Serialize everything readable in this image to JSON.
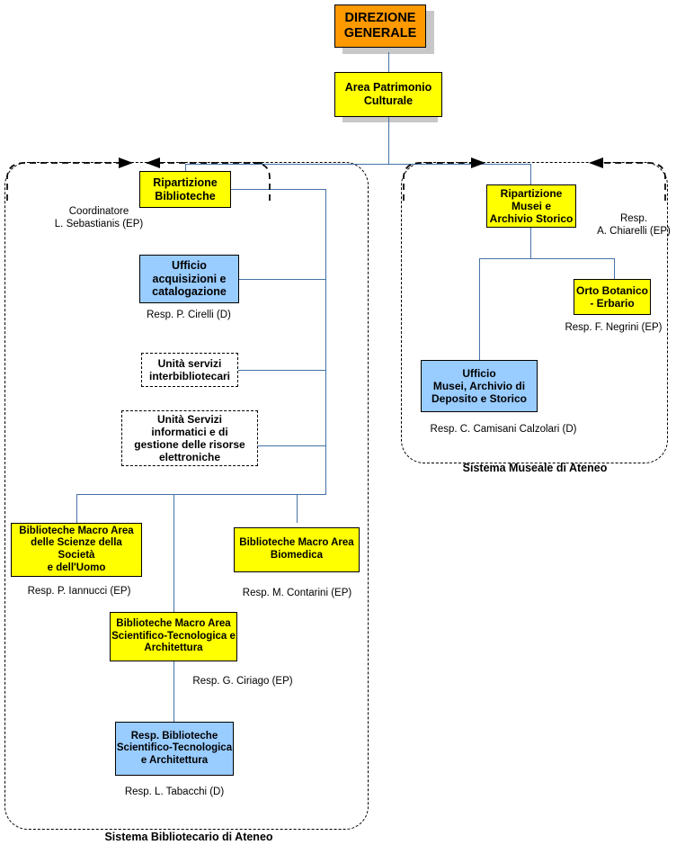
{
  "diagram": {
    "title": "Organigramma Area Patrimonio Culturale",
    "colors": {
      "top_node": "#FF9900",
      "unit_node": "#FFFF00",
      "office_node": "#99CCFF",
      "connector": "#4472A8",
      "border": "#000000",
      "shadow": "#C8C8C8"
    }
  },
  "nodes": {
    "direzione_generale": {
      "label": "DIREZIONE\nGENERALE",
      "type": "top-node",
      "fill": "#FF9900"
    },
    "area_patrimonio": {
      "label": "Area Patrimonio\nCulturale",
      "type": "unit-node",
      "fill": "#FFFF00"
    },
    "ripartizione_biblioteche": {
      "label": "Ripartizione\nBiblioteche",
      "type": "unit-node",
      "fill": "#FFFF00"
    },
    "ufficio_acquisizioni": {
      "label": "Ufficio\nacquisizioni e\ncatalogazione",
      "type": "office-node",
      "fill": "#99CCFF"
    },
    "unita_interbibliotecari": {
      "label": "Unità servizi\ninterbibliotecari",
      "type": "dashed-node",
      "fill": "#FFFFFF"
    },
    "unita_servizi_informatici": {
      "label": "Unità Servizi\ninformatici e di\ngestione delle risorse\nelettroniche",
      "type": "dashed-node",
      "fill": "#FFFFFF"
    },
    "biblioteche_scienze_societa": {
      "label": "Biblioteche Macro Area\ndelle Scienze della Società\ne dell'Uomo",
      "type": "unit-node",
      "fill": "#FFFF00"
    },
    "biblioteche_biomedica": {
      "label": "Biblioteche Macro Area\nBiomedica",
      "type": "unit-node",
      "fill": "#FFFF00"
    },
    "biblioteche_scientifico_tecnologica": {
      "label": "Biblioteche Macro Area\nScientifico-Tecnologica e\nArchitettura",
      "type": "unit-node",
      "fill": "#FFFF00"
    },
    "resp_biblioteche_scientifico": {
      "label": "Resp. Biblioteche\nScientifico-Tecnologica\ne Architettura",
      "type": "office-node",
      "fill": "#99CCFF"
    },
    "ripartizione_musei": {
      "label": "Ripartizione\nMusei e\nArchivio Storico",
      "type": "unit-node",
      "fill": "#FFFF00"
    },
    "orto_botanico": {
      "label": "Orto Botanico\n- Erbario",
      "type": "unit-node",
      "fill": "#FFFF00"
    },
    "ufficio_musei": {
      "label": "Ufficio\nMusei, Archivio di\nDeposito e Storico",
      "type": "office-node",
      "fill": "#99CCFF"
    }
  },
  "captions": {
    "coordinatore_biblioteche": "Coordinatore\nL. Sebastianis (EP)",
    "resp_acquisizioni": "Resp. P. Cirelli  (D)",
    "resp_scienze_societa": "Resp. P. Iannucci  (EP)",
    "resp_biomedica": "Resp. M. Contarini   (EP)",
    "resp_scientifico_tecnologica": "Resp. G. Ciriago  (EP)",
    "resp_tabacchi": "Resp. L. Tabacchi (D)",
    "resp_musei": "Resp.\nA. Chiarelli (EP)",
    "resp_orto_botanico": "Resp. F. Negrini (EP)",
    "resp_ufficio_musei": "Resp. C. Camisani Calzolari (D)"
  },
  "groups": {
    "sistema_bibliotecario": "Sistema Bibliotecario di Ateneo",
    "sistema_museale": "Sistema Museale di Ateneo"
  }
}
